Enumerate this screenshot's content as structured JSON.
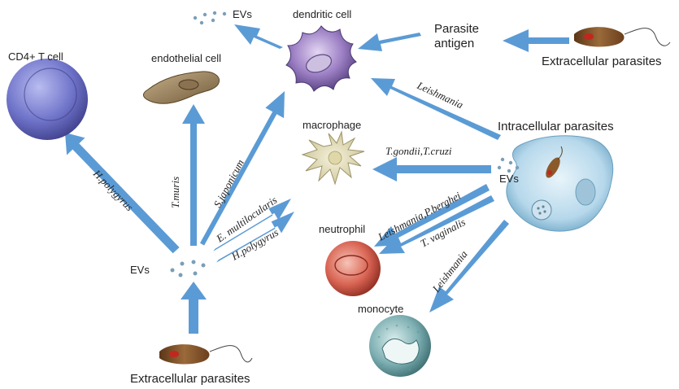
{
  "labels": {
    "ev_top": "EVs",
    "dendritic_cell": "dendritic cell",
    "parasite_antigen": "Parasite\nantigen",
    "extracellular_top": "Extracellular parasites",
    "cd4_t_cell": "CD4+ T cell",
    "endothelial_cell": "endothelial cell",
    "macrophage": "macrophage",
    "intracellular_parasites": "Intracellular parasites",
    "ev_right": "EVs",
    "ev_left": "EVs",
    "neutrophil": "neutrophil",
    "monocyte": "monocyte",
    "extracellular_bottom": "Extracellular parasites"
  },
  "arrow_labels": {
    "h_polygyrus_cd4": "H.polygyrus",
    "t_muris": "T.muris",
    "s_japonicum": "S.japonicum",
    "e_multilocularis": "E. multilocularis",
    "h_polygyrus_mac": "H.polygyrus",
    "t_gondii_t_cruzi": "T.gondii,T.cruzi",
    "leishmania_dc": "Leishmania",
    "leishmania_pberghei": "Leishmania,P.berghei",
    "t_vaginalis": "T. vaginalis",
    "leishmania_mono": "Leishmania"
  },
  "colors": {
    "arrow": "#5b9bd5",
    "dendritic": "#8d6fb6",
    "cd4": "#6f73c9",
    "endothelial": "#a99069",
    "macrophage": "#e4dfbf",
    "intracellular": "#bcdced",
    "neutrophil": "#d96453",
    "monocyte": "#7fb0b3",
    "parasite": "#8b5a2b"
  }
}
